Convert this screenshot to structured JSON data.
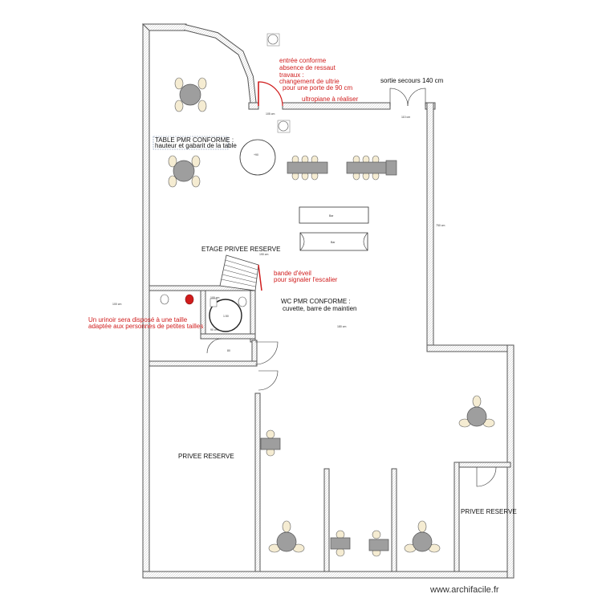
{
  "labels": {
    "entree": [
      "entrée conforme",
      "absence de ressaut",
      "travaux :",
      "changement de ultrie",
      "pour une porte de 90 cm"
    ],
    "sortie_secours": "sortie secours 140 cm",
    "ultropiane": "ultropiane à réaliser",
    "table_pmr": [
      "TABLE PMR CONFORME :",
      "hauteur et gabarit de la table"
    ],
    "etage_privee": "ETAGE PRIVEE RESERVE",
    "bande_eveil": [
      "bande d'éveil",
      "pour signaler l'escalier"
    ],
    "urinoir": [
      "Un urinoir sera disposé à une taille",
      "adaptée aux personnes de petites tailles"
    ],
    "wc_pmr": [
      "WC PMR CONFORME :",
      "cuvette, barre de maintien"
    ],
    "privee_reserve_left": "PRIVEE RESERVE",
    "privee_reserve_right": "PRIVEE RESERVE"
  },
  "watermark": "www.archifacile.fr",
  "colors": {
    "annotation_red": "#d01c1c",
    "wall_stroke": "#555555",
    "text": "#111111"
  }
}
